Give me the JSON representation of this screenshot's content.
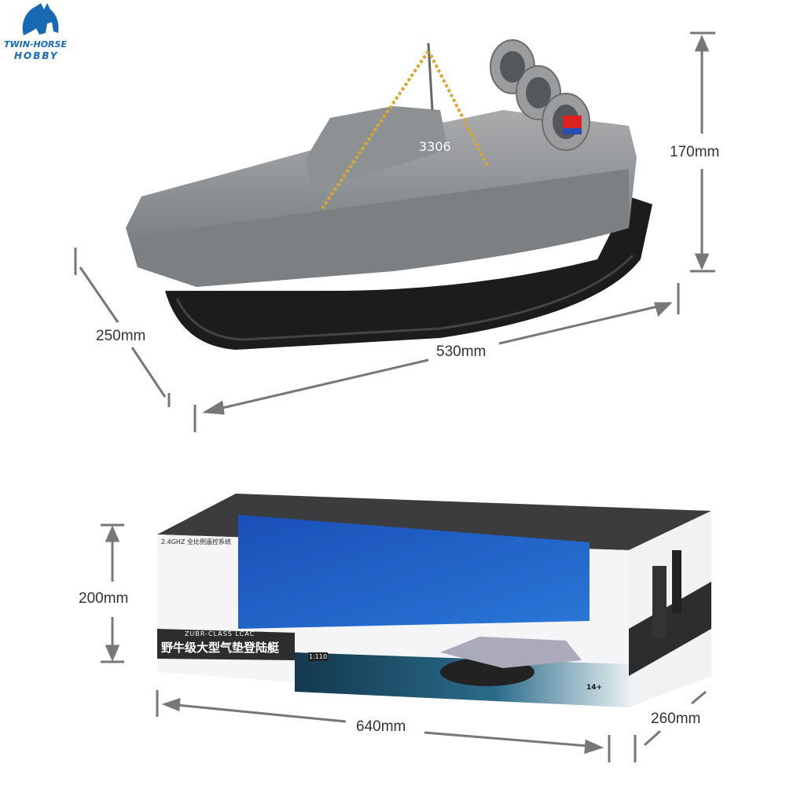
{
  "logo": {
    "line1": "TWIN-HORSE",
    "line2": "HOBBY",
    "color": "#1769b3"
  },
  "hovercraft": {
    "hull_number": "3306"
  },
  "dimensions": {
    "height": "170mm",
    "width": "250mm",
    "length": "530mm",
    "box_height": "200mm",
    "box_length": "640mm",
    "box_depth": "260mm"
  },
  "box": {
    "feature_title": "2.4GHZ 全比例遥控系统",
    "class_name": "ZUBR-CLASS LCAC",
    "chinese_title": "野牛级大型气垫登陆艇",
    "scale_badge": "1:110",
    "age_badge": "14+",
    "window_color": "#1f5fc4"
  }
}
